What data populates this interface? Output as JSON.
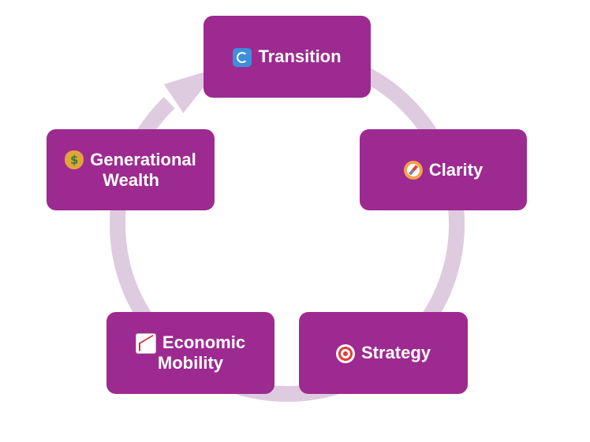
{
  "diagram": {
    "colors": {
      "node_fill": "#9d2a91",
      "node_text": "#ffffff",
      "ring": "#decbdf"
    },
    "nodes": [
      {
        "id": "transition",
        "icon": "arrows-cycle-icon",
        "lines": [
          "Transition"
        ]
      },
      {
        "id": "clarity",
        "icon": "compass-icon",
        "lines": [
          "Clarity"
        ]
      },
      {
        "id": "strategy",
        "icon": "target-icon",
        "lines": [
          "Strategy"
        ]
      },
      {
        "id": "mobility",
        "icon": "chart-increasing-icon",
        "lines": [
          "Economic",
          "Mobility"
        ]
      },
      {
        "id": "wealth",
        "icon": "money-bag-icon",
        "lines": [
          "Generational",
          "Wealth"
        ]
      }
    ]
  }
}
